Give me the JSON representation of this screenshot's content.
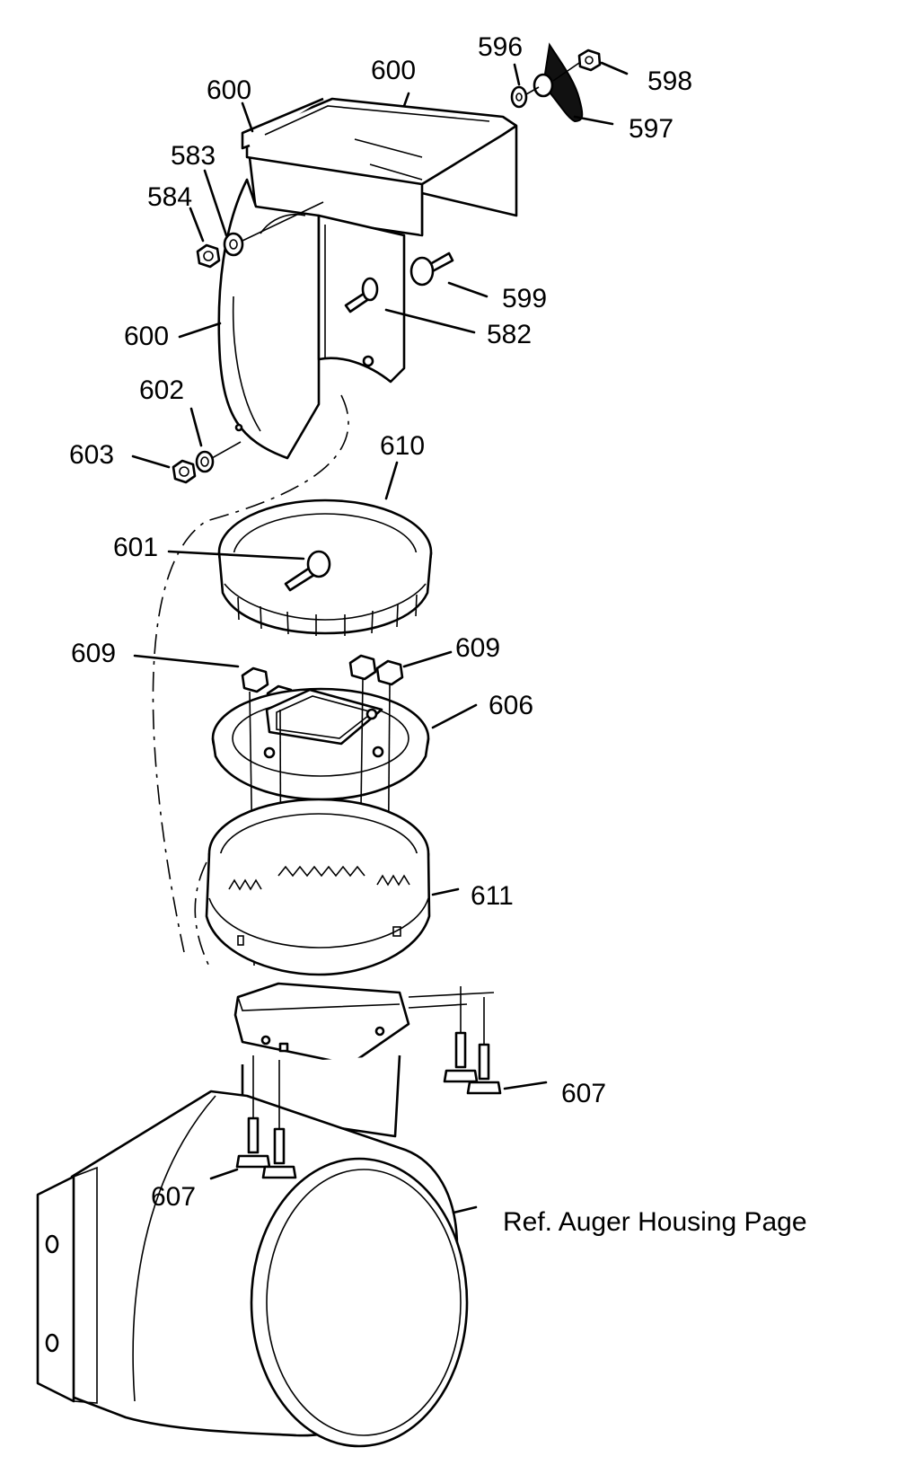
{
  "labels": {
    "l596": "596",
    "l600_top": "600",
    "l598": "598",
    "l600_left": "600",
    "l597": "597",
    "l583": "583",
    "l584": "584",
    "l599": "599",
    "l582": "582",
    "l600_mid": "600",
    "l602": "602",
    "l603": "603",
    "l610": "610",
    "l601": "601",
    "l609_left": "609",
    "l609_right": "609",
    "l606": "606",
    "l611": "611",
    "l607_right": "607",
    "l607_left": "607",
    "ref_auger": "Ref. Auger Housing Page"
  }
}
